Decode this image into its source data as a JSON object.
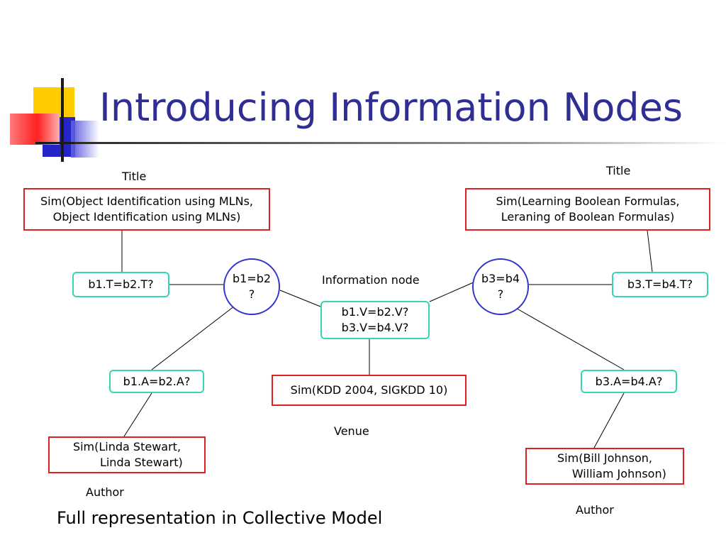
{
  "slide": {
    "title": "Introducing Information Nodes",
    "caption": "Full representation in Collective Model"
  },
  "colors": {
    "title": "#2e2e94",
    "sim_border": "#e02020",
    "attr_border": "#33d6b0",
    "node_border": "#3333cc"
  },
  "diagram": {
    "labels": {
      "title_left": "Title",
      "title_right": "Title",
      "info_node": "Information node",
      "venue": "Venue",
      "author_left": "Author",
      "author_right": "Author"
    },
    "sim_boxes": {
      "title_left": "Sim(Object Identification using MLNs,\nObject Identification using MLNs)",
      "title_right": "Sim(Learning Boolean Formulas,\nLeraning of Boolean Formulas)",
      "venue": "Sim(KDD 2004, SIGKDD 10)",
      "author_left": "Sim(Linda Stewart,\n        Linda Stewart)",
      "author_right": "Sim(Bill Johnson,\n        William Johnson)"
    },
    "attr_boxes": {
      "b1_title": "b1.T=b2.T?",
      "b3_title": "b3.T=b4.T?",
      "venue": "b1.V=b2.V?\nb3.V=b4.V?",
      "b1_author": "b1.A=b2.A?",
      "b3_author": "b3.A=b4.A?"
    },
    "match_nodes": {
      "b1_b2": "b1=b2\n?",
      "b3_b4": "b3=b4\n?"
    }
  }
}
